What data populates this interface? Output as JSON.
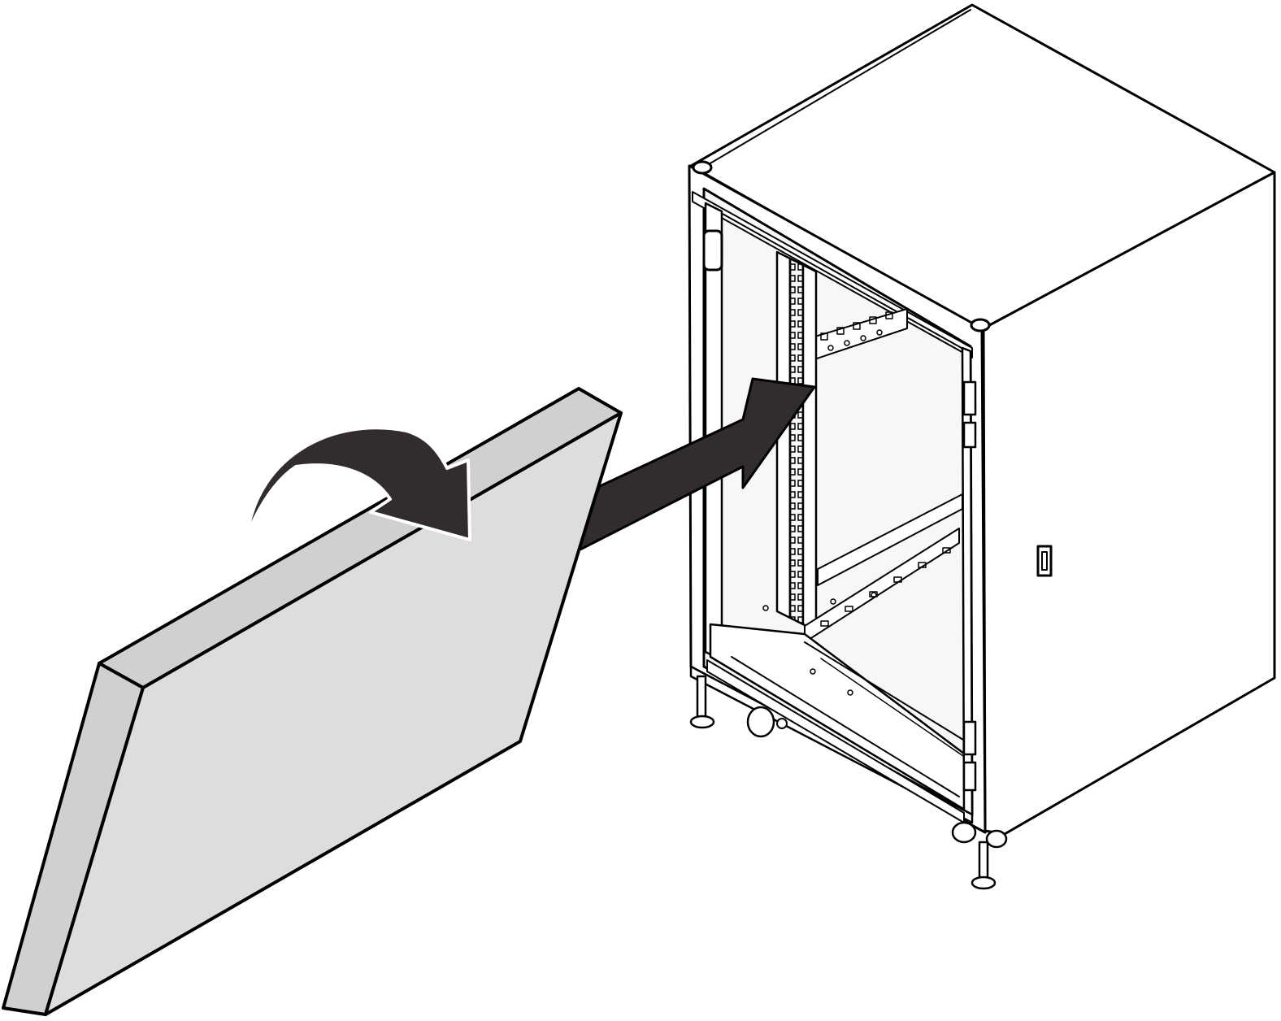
{
  "diagram": {
    "colors": {
      "background": "#ffffff",
      "stroke": "#000000",
      "panel_face": "#dcdedd",
      "panel_edge": "#cfd1d0",
      "arrow": "#322d2c",
      "rack_body": "#ffffff",
      "rack_interior": "#f7f7f7"
    },
    "elements": [
      {
        "id": "side-panel",
        "kind": "illustration",
        "description_icon": "panel-icon"
      },
      {
        "id": "rotate-arrow",
        "kind": "curved-arrow",
        "description_icon": "rotate-arrow-icon"
      },
      {
        "id": "insert-arrow",
        "kind": "straight-arrow",
        "description_icon": "insert-arrow-icon"
      },
      {
        "id": "rack-cabinet",
        "kind": "illustration",
        "description_icon": "rack-icon"
      }
    ]
  }
}
